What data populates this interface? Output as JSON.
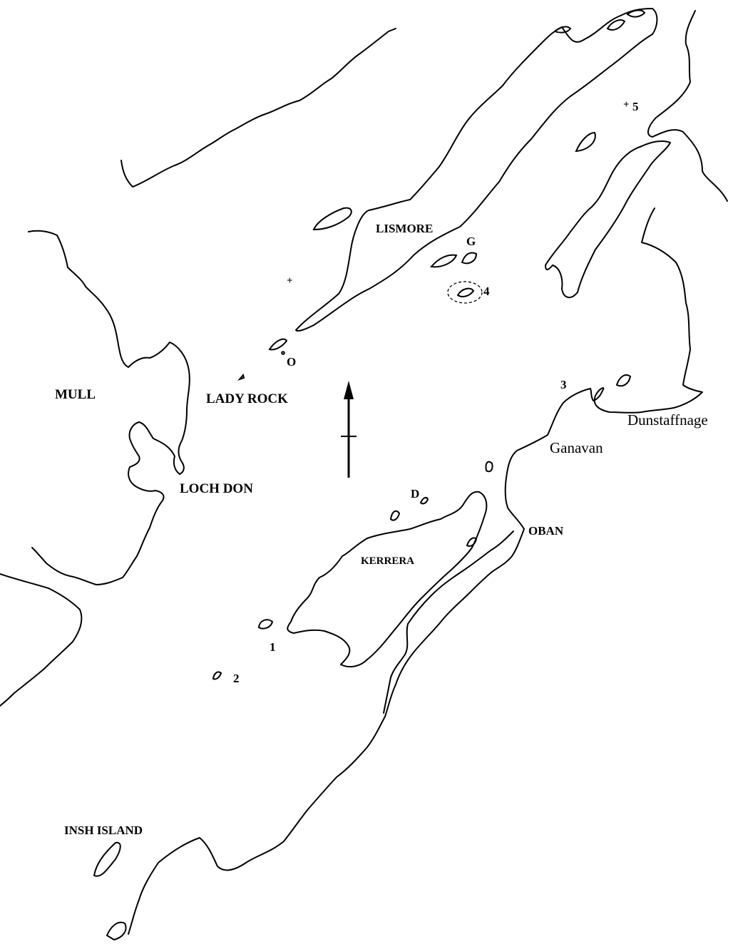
{
  "map": {
    "labels": {
      "lismore": "LISMORE",
      "mull": "MULL",
      "lady_rock": "LADY ROCK",
      "loch_don": "LOCH DON",
      "kerrera": "KERRERA",
      "oban": "OBAN",
      "insh_island": "INSH ISLAND",
      "dunstaffnage": "Dunstaffnage",
      "ganavan": "Ganavan",
      "g": "G",
      "o": "O",
      "d": "D",
      "n1": "1",
      "n2": "2",
      "n3": "3",
      "n4": "4",
      "n5": "5",
      "plus": "+"
    },
    "icons": {
      "north_arrow": "north-arrow-icon"
    }
  }
}
